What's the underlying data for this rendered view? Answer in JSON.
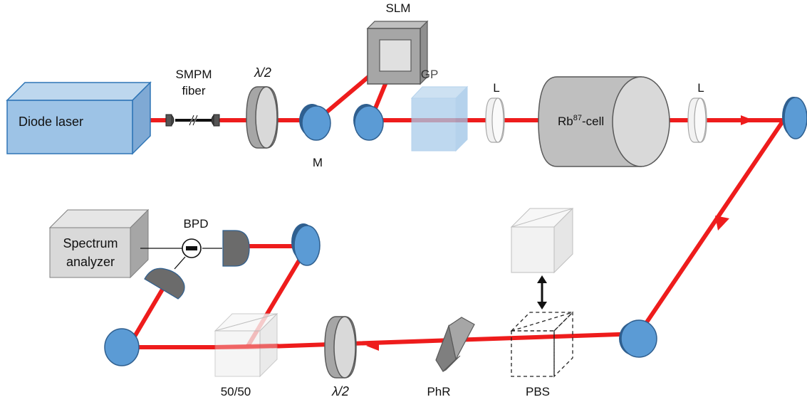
{
  "labels": {
    "diode_laser": "Diode laser",
    "smpm_line1": "SMPM",
    "smpm_line2": "fiber",
    "halfwave_top": "λ/2",
    "mirror_m": "M",
    "slm": "SLM",
    "gp": "GP",
    "lens_1": "L",
    "rb_cell_prefix": "Rb",
    "rb_cell_sup": "87",
    "rb_cell_suffix": "-cell",
    "lens_2": "L",
    "bpd": "BPD",
    "spectrum_line1": "Spectrum",
    "spectrum_line2": "analyzer",
    "beamsplitter_5050": "50/50",
    "halfwave_bottom": "λ/2",
    "phr": "PhR",
    "pbs": "PBS"
  },
  "colors": {
    "beam": "#ee1c1c",
    "mirror": "#5b9bd5",
    "mirror_stroke": "#2f5f8f",
    "laser_box": "#9dc3e6",
    "detector": "#6b6b6b",
    "component_gray": "#bfbfbf"
  }
}
